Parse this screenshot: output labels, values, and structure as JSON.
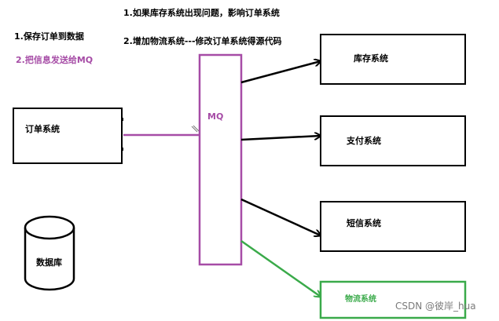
{
  "notes": {
    "step1": "1.保存订单到数据",
    "step2": "2.把信息发送给MQ",
    "problem1": "1.如果库存系统出现问题，影响订单系统",
    "problem2": "2.增加物流系统---修改订单系统得源代码"
  },
  "nodes": {
    "order": "订单系统",
    "database": "数据库",
    "mq": "MQ",
    "inventory": "库存系统",
    "payment": "支付系统",
    "sms": "短信系统",
    "logistics": "物流系统"
  },
  "watermark": "CSDN @彼岸_hua",
  "colors": {
    "purple": "#a64ca6",
    "green": "#3aaa4a",
    "black": "#000000",
    "watermark": "#7a7a7a"
  }
}
